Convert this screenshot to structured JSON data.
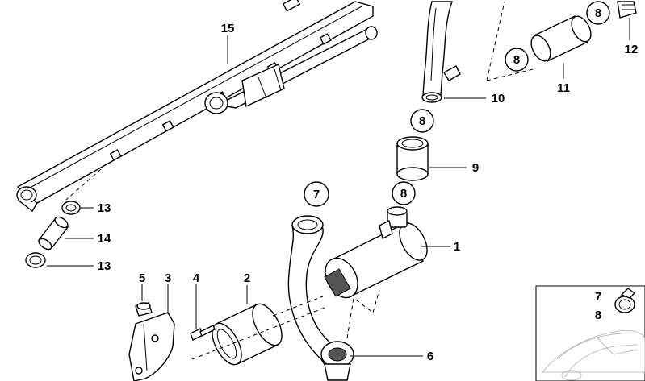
{
  "diagram": {
    "callouts": {
      "c1": "1",
      "c2": "2",
      "c3": "3",
      "c4": "4",
      "c5": "5",
      "c6": "6",
      "c7": "7",
      "c8a": "8",
      "c8b": "8",
      "c8c": "8",
      "c8d": "8",
      "c9": "9",
      "c10": "10",
      "c11": "11",
      "c12": "12",
      "c13a": "13",
      "c13b": "13",
      "c14": "14",
      "c15": "15"
    },
    "inset": {
      "label_top": "7",
      "label_bottom": "8"
    }
  }
}
